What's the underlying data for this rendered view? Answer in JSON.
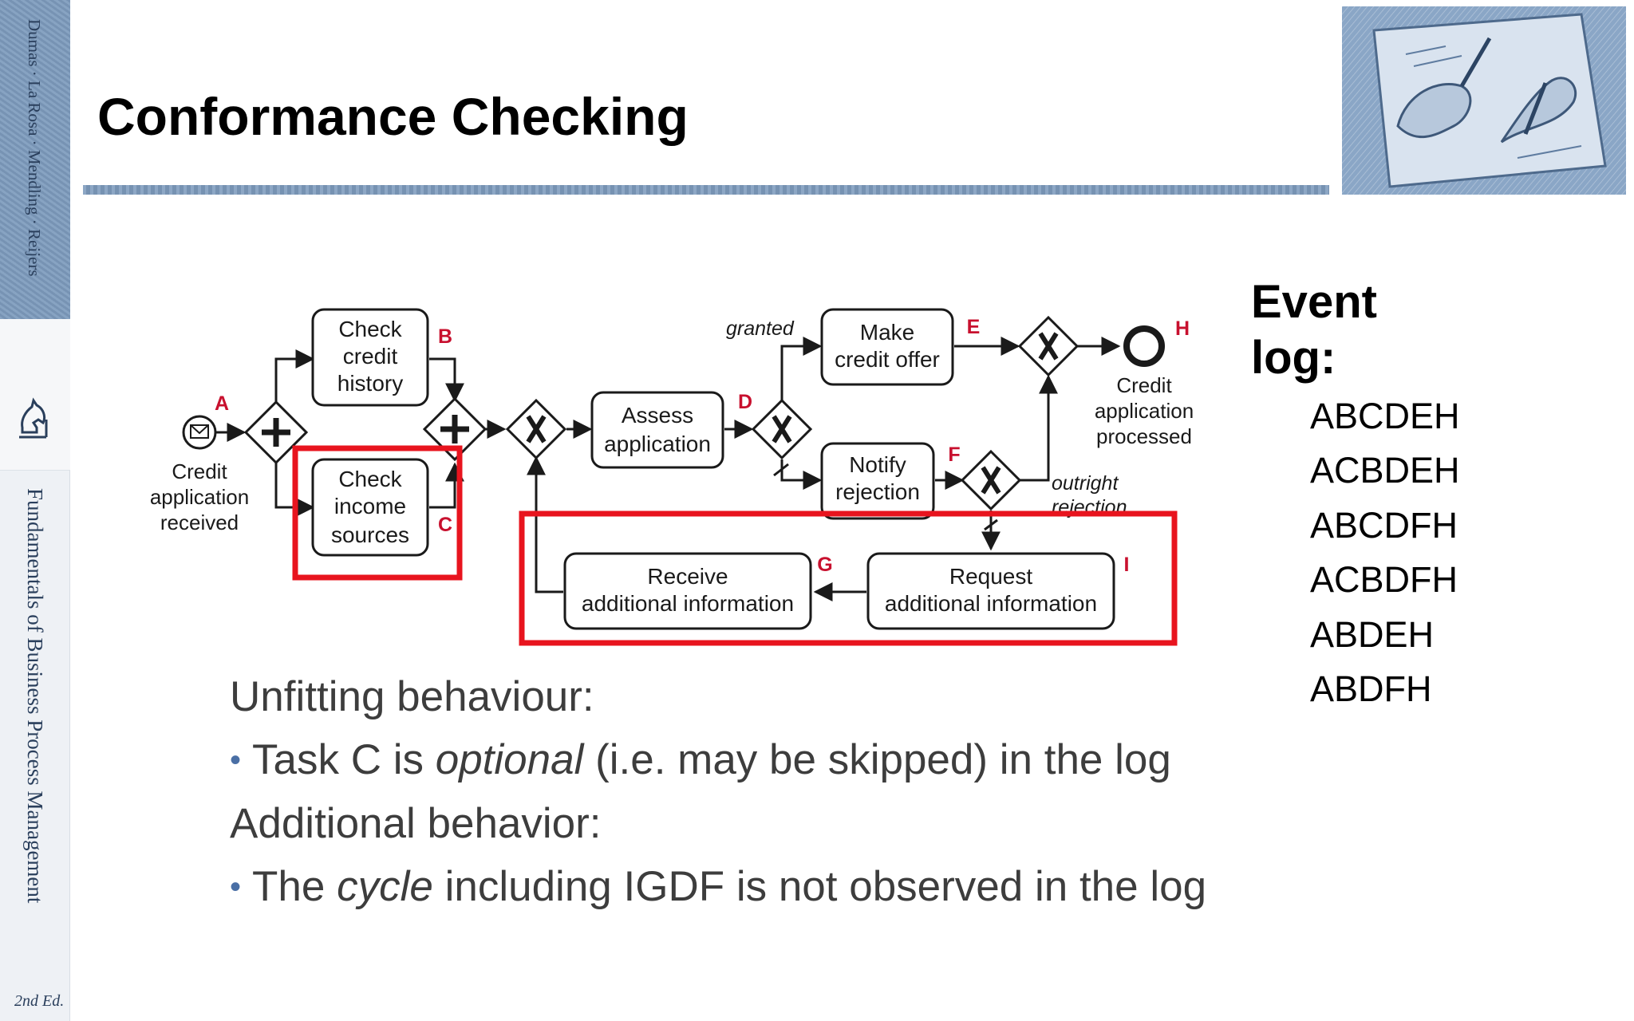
{
  "slide": {
    "title": "Conformance Checking"
  },
  "sidebar": {
    "authors": "Dumas · La Rosa · Mendling · Reijers",
    "book_title": "Fundamentals of Business Process Management",
    "edition": "2nd Ed."
  },
  "diagram": {
    "start_event": {
      "lines": [
        "Credit",
        "application",
        "received"
      ],
      "letter": "A"
    },
    "end_event": {
      "lines": [
        "Credit",
        "application",
        "processed"
      ],
      "letter": "H"
    },
    "tasks": [
      {
        "id": "B",
        "lines": [
          "Check",
          "credit",
          "history"
        ]
      },
      {
        "id": "C",
        "lines": [
          "Check",
          "income",
          "sources"
        ]
      },
      {
        "id": "D",
        "lines": [
          "Assess",
          "application"
        ]
      },
      {
        "id": "E",
        "lines": [
          "Make",
          "credit offer"
        ]
      },
      {
        "id": "F",
        "lines": [
          "Notify",
          "rejection"
        ]
      },
      {
        "id": "G",
        "lines": [
          "Receive",
          "additional information"
        ]
      },
      {
        "id": "I",
        "lines": [
          "Request",
          "additional information"
        ]
      }
    ],
    "conditions": {
      "granted": "granted",
      "outright_rejection": [
        "outright",
        "rejection"
      ]
    },
    "highlight_color": "#e8141e"
  },
  "event_log": {
    "title_lines": [
      "Event",
      "log:"
    ],
    "traces": [
      "ABCDEH",
      "ACBDEH",
      "ABCDFH",
      "ACBDFH",
      "ABDEH",
      "ABDFH"
    ]
  },
  "notes": {
    "unfitting_heading": "Unfitting behaviour:",
    "unfitting_bullet": {
      "before": "Task C is ",
      "emphasis": "optional",
      "after": " (i.e. may be skipped) in the log"
    },
    "additional_heading": "Additional behavior:",
    "additional_bullet": {
      "before": "The ",
      "emphasis": "cycle",
      "after": " including IGDF is not observed in the log"
    }
  }
}
